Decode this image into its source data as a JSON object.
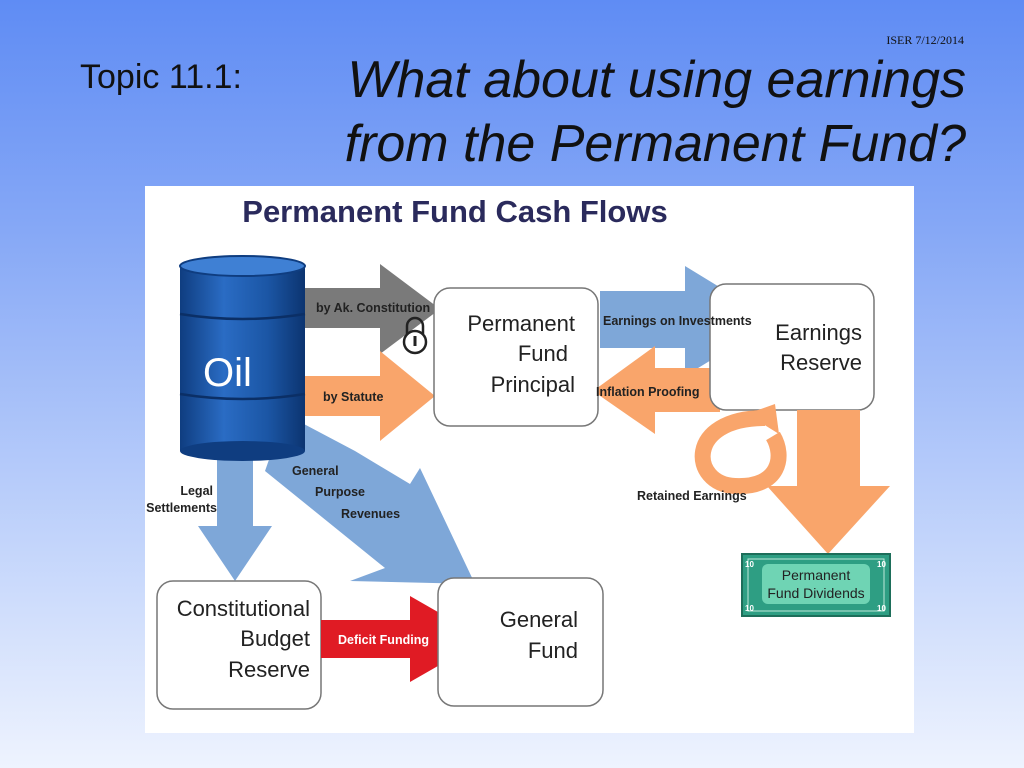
{
  "slide": {
    "source": "ISER 7/12/2014",
    "topic": "Topic 11.1:",
    "headline_line1": "What about using earnings",
    "headline_line2": "from the Permanent Fund?"
  },
  "diagram": {
    "title": "Permanent Fund Cash Flows",
    "nodes": {
      "oil": "Oil",
      "principal": [
        "Permanent",
        "Fund",
        "Principal"
      ],
      "earnings_reserve": [
        "Earnings",
        "Reserve"
      ],
      "cbr": [
        "Constitutional",
        "Budget",
        "Reserve"
      ],
      "general_fund": [
        "General",
        "Fund"
      ],
      "dividends": [
        "Permanent",
        "Fund Dividends"
      ],
      "bill_denomination": "10"
    },
    "flows": {
      "constitution": "by Ak. Constitution",
      "statute": "by Statute",
      "earnings_on_investments": "Earnings on Investments",
      "inflation_proofing": "Inflation Proofing",
      "retained_earnings": "Retained Earnings",
      "legal_settlements": [
        "Legal",
        "Settlements"
      ],
      "general_purpose_revenues": [
        "General",
        "Purpose",
        "Revenues"
      ],
      "deficit_funding": "Deficit Funding"
    },
    "colors": {
      "gray_arrow": "#7a7a7a",
      "orange_arrow": "#f9a56b",
      "blue_arrow": "#7ea7d8",
      "red_arrow": "#e01b24",
      "barrel": "#1f5aa8",
      "bill_green": "#2e9e83",
      "title": "#2a2a5c"
    }
  }
}
